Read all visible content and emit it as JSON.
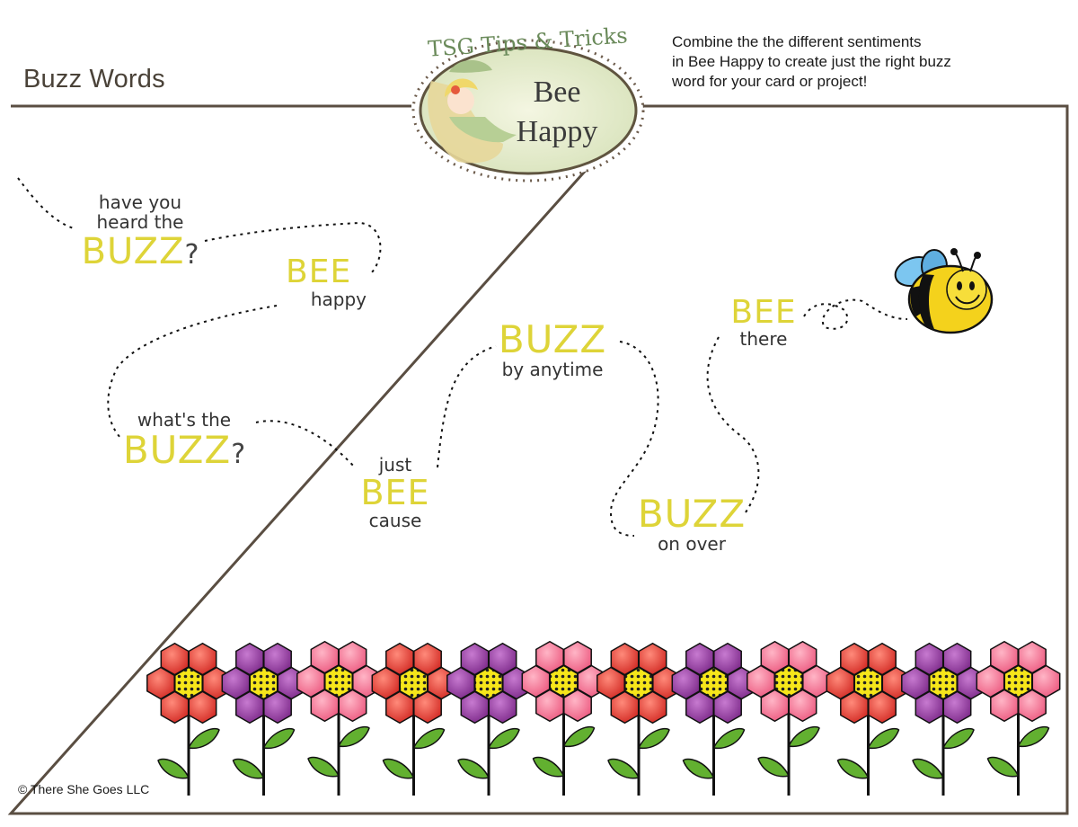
{
  "header": {
    "page_title": "Buzz Words",
    "badge_top": "TSG Tips & Tricks",
    "badge_line1": "Bee",
    "badge_line2": "Happy"
  },
  "intro_lines": [
    "Combine the the different sentiments",
    "in Bee Happy to create just the right buzz",
    "word for your card or project!"
  ],
  "sentiments": {
    "s1": {
      "line1": "have you",
      "line2": "heard the",
      "big": "BUZZ",
      "mark": "?"
    },
    "s2": {
      "big": "BEE",
      "small": "happy"
    },
    "s3": {
      "line1": "what's the",
      "big": "BUZZ",
      "mark": "?"
    },
    "s4": {
      "top": "just",
      "big": "BEE",
      "bottom": "cause"
    },
    "s5": {
      "big": "BUZZ",
      "small": "by anytime"
    },
    "s6": {
      "big": "BUZZ",
      "small": "on over"
    },
    "s7": {
      "big": "BEE",
      "small": "there"
    }
  },
  "colors": {
    "accent_yellow": "#ded438",
    "frame": "#5a4e42",
    "flower_red": "#e2403a",
    "flower_purple": "#9a3aa2",
    "flower_pink": "#f27492",
    "leaf": "#62b030",
    "bee_wing": "#6fb8e8"
  },
  "flowers": [
    "red",
    "purple",
    "pink",
    "red",
    "purple",
    "pink",
    "red",
    "purple",
    "pink",
    "red",
    "purple",
    "pink"
  ],
  "footer": {
    "copyright": "© There She Goes LLC"
  }
}
